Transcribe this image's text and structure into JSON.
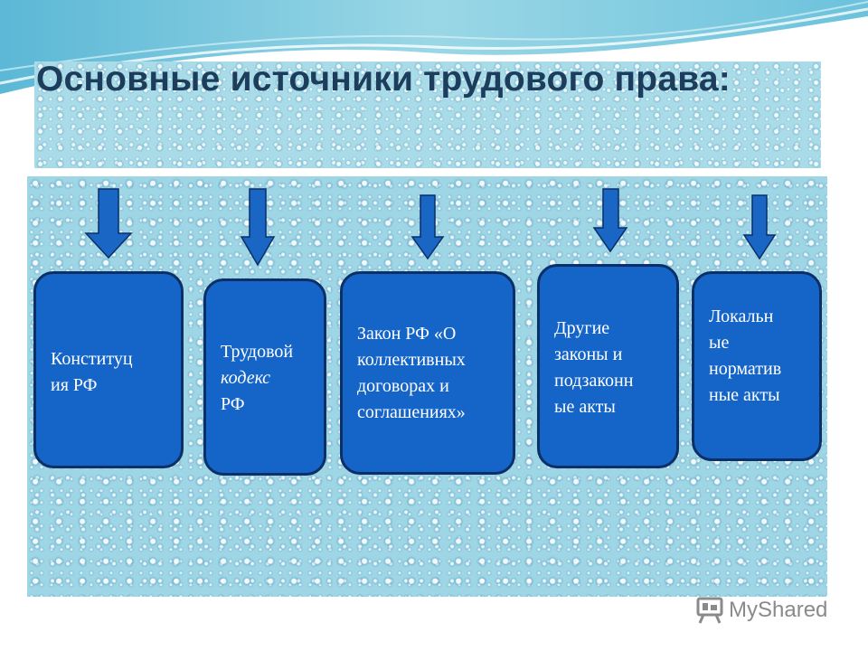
{
  "slide": {
    "title": "Основные источники трудового права:",
    "sources": [
      {
        "id": "constitution",
        "lines": [
          "Конституц",
          "ия РФ"
        ]
      },
      {
        "id": "labor-code",
        "lines": [
          "Трудовой",
          "кодекс",
          "РФ"
        ]
      },
      {
        "id": "collective-agreements-law",
        "lines": [
          "Закон РФ «О",
          "коллективных",
          "договорах и",
          "соглашениях»"
        ]
      },
      {
        "id": "other-laws",
        "lines": [
          "Другие",
          "законы и",
          "подзаконн",
          "ые акты"
        ]
      },
      {
        "id": "local-acts",
        "lines": [
          "Локальн",
          "ые",
          "норматив",
          "ные акты"
        ]
      }
    ]
  },
  "branding": {
    "logo_text": "MyShared",
    "logo_icon": "presentation-board-icon"
  },
  "colors": {
    "title": "#1d3d5c",
    "box_fill": "#1565c8",
    "box_border": "#0b2f66",
    "arrow_fill": "#1a66c4",
    "panel_background": "#9fd6e6"
  }
}
